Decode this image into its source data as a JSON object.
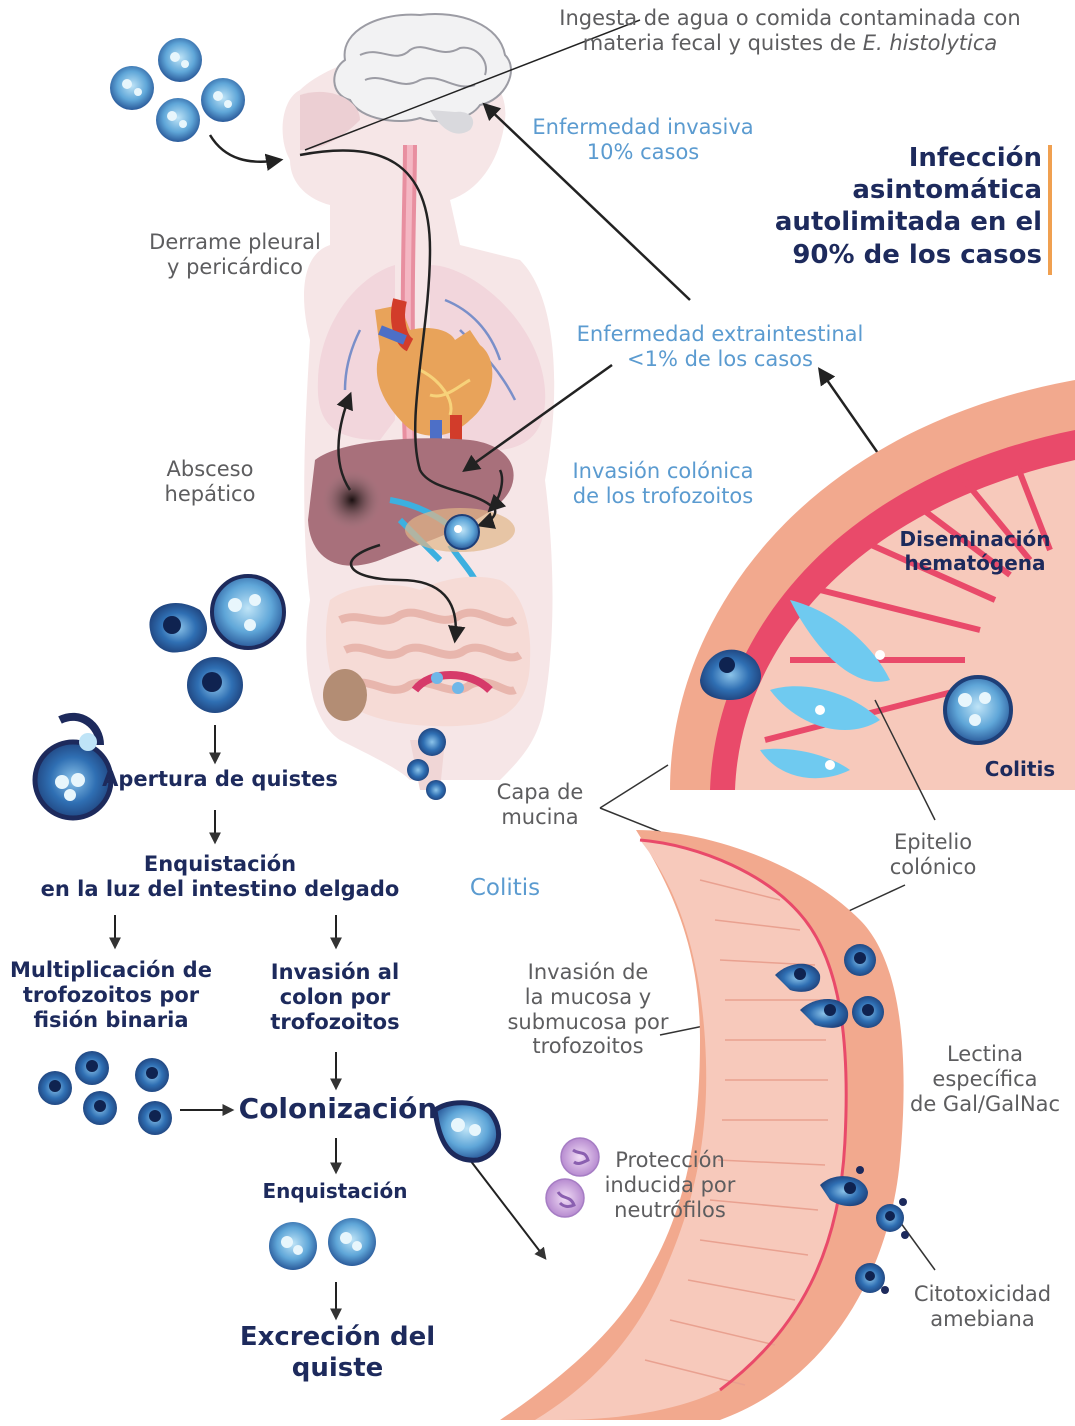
{
  "labels": {
    "ingesta_1": "Ingesta de agua o comida contaminada con",
    "ingesta_2a": "materia fecal y quistes de ",
    "ingesta_2b": "E. histolytica",
    "invasiva_1": "Enfermedad invasiva",
    "invasiva_2": "10% casos",
    "asintomatica_1": "Infección",
    "asintomatica_2": "asintomática",
    "asintomatica_3": "autolimitada en el",
    "asintomatica_4": "90% de los casos",
    "derrame_1": "Derrame pleural",
    "derrame_2": "y pericárdico",
    "extraintestinal_1": "Enfermedad extraintestinal",
    "extraintestinal_2": "<1% de los casos",
    "absceso_1": "Absceso",
    "absceso_2": "hepático",
    "invasion_colonica_1": "Invasión colónica",
    "invasion_colonica_2": "de los trofozoitos",
    "diseminacion_1": "Diseminación",
    "diseminacion_2": "hematógena",
    "colitis_inset": "Colitis",
    "apertura": "Apertura de quistes",
    "capa_1": "Capa de",
    "capa_2": "mucina",
    "epitelio_1": "Epitelio",
    "epitelio_2": "colónico",
    "enquistacion_luz_1": "Enquistación",
    "enquistacion_luz_2": "en la luz del intestino delgado",
    "colitis_main": "Colitis",
    "multiplicacion_1": "Multiplicación de",
    "multiplicacion_2": "trofozoitos por",
    "multiplicacion_3": "fisión binaria",
    "invasion_colon_1": "Invasión al",
    "invasion_colon_2": "colon por",
    "invasion_colon_3": "trofozoitos",
    "invasion_mucosa_1": "Invasión de",
    "invasion_mucosa_2": "la mucosa y",
    "invasion_mucosa_3": "submucosa por",
    "invasion_mucosa_4": "trofozoitos",
    "lectina_1": "Lectina",
    "lectina_2": "específica",
    "lectina_3": "de Gal/GalNac",
    "colonizacion": "Colonización",
    "proteccion_1": "Protección",
    "proteccion_2": "inducida por",
    "proteccion_3": "neutrófilos",
    "enquistacion": "Enquistación",
    "citotoxicidad_1": "Citotoxicidad",
    "citotoxicidad_2": "amebiana",
    "excrecion_1": "Excreción del",
    "excrecion_2": "quiste"
  },
  "colors": {
    "navy": "#1d2a5c",
    "label_gray": "#5d5d5f",
    "label_blue": "#5b9bd0",
    "accent_orange": "#f0a050",
    "colon_salmon": "#f2a98e",
    "mucosa_pink": "#f7c9bb",
    "cell_blue": "#3f7fc0"
  },
  "icons": [
    "cyst-icon",
    "trophozoite-icon",
    "neutrophil-icon",
    "brain-icon",
    "heart-icon",
    "liver-icon",
    "lung-icon",
    "intestine-icon",
    "arrow-icon"
  ]
}
